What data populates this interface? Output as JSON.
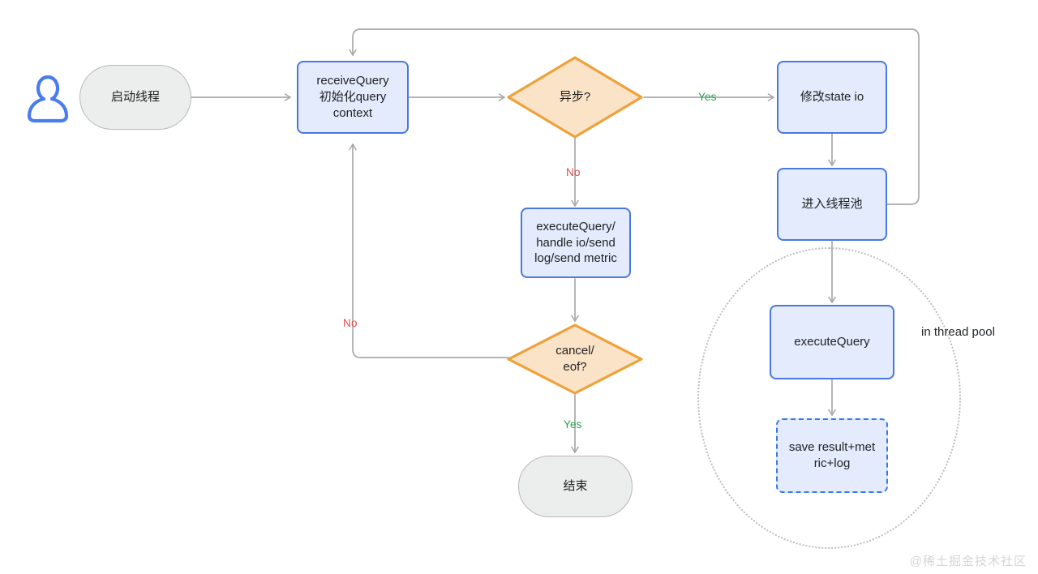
{
  "diagram": {
    "title": "query execution thread flowchart",
    "background": "#ffffff",
    "watermark": "@稀土掘金技术社区",
    "colors": {
      "process_fill": "#e3ebfd",
      "process_border": "#4a78e0",
      "decision_fill": "#fbe3c8",
      "decision_border": "#eda23c",
      "terminator_fill": "#eceded",
      "terminator_border": "#b6b8ba",
      "edge": "#a9a9a9",
      "yes_label": "#22a14b",
      "no_label": "#e8484b",
      "user_icon": "#4a7cf0",
      "group_outline": "#bdbdbd",
      "watermark": "#d6d6d6"
    },
    "nodes": [
      {
        "id": "user",
        "type": "icon",
        "name": "user-icon",
        "label": ""
      },
      {
        "id": "start",
        "type": "terminator",
        "name": "start-thread",
        "label": "启动线程"
      },
      {
        "id": "receive",
        "type": "process",
        "name": "receive-query",
        "label": "receiveQuery\n初始化query\ncontext"
      },
      {
        "id": "async",
        "type": "decision",
        "name": "async-decision",
        "label": "异步?"
      },
      {
        "id": "modify_state",
        "type": "process",
        "name": "modify-state-io",
        "label": "修改state io"
      },
      {
        "id": "thread_pool",
        "type": "process",
        "name": "enter-thread-pool",
        "label": "进入线程池"
      },
      {
        "id": "exec_handle",
        "type": "process",
        "name": "execute-handle",
        "label": "executeQuery/\nhandle io/send\nlog/send metric"
      },
      {
        "id": "cancel_eof",
        "type": "decision",
        "name": "cancel-eof-decision",
        "label": "cancel/\neof?"
      },
      {
        "id": "end",
        "type": "terminator",
        "name": "end-node",
        "label": "结束"
      },
      {
        "id": "execute_query",
        "type": "process",
        "name": "execute-query",
        "label": "executeQuery"
      },
      {
        "id": "save_result",
        "type": "process-dashed",
        "name": "save-result",
        "label": "save result+met\nric+log"
      }
    ],
    "group": {
      "name": "thread-pool-group",
      "label": "in thread pool",
      "style": "dotted-ellipse"
    },
    "edge_labels": [
      {
        "id": "async_yes",
        "text": "Yes",
        "kind": "yes"
      },
      {
        "id": "async_no",
        "text": "No",
        "kind": "no"
      },
      {
        "id": "cancel_no",
        "text": "No",
        "kind": "no"
      },
      {
        "id": "cancel_yes",
        "text": "Yes",
        "kind": "yes"
      }
    ],
    "edges": [
      {
        "from": "start",
        "to": "receive",
        "label": ""
      },
      {
        "from": "receive",
        "to": "async",
        "label": ""
      },
      {
        "from": "async",
        "to": "modify_state",
        "label": "Yes"
      },
      {
        "from": "async",
        "to": "exec_handle",
        "label": "No"
      },
      {
        "from": "modify_state",
        "to": "thread_pool",
        "label": ""
      },
      {
        "from": "thread_pool",
        "to": "receive",
        "label": ""
      },
      {
        "from": "thread_pool",
        "to": "execute_query",
        "label": ""
      },
      {
        "from": "execute_query",
        "to": "save_result",
        "label": ""
      },
      {
        "from": "exec_handle",
        "to": "cancel_eof",
        "label": ""
      },
      {
        "from": "cancel_eof",
        "to": "receive",
        "label": "No"
      },
      {
        "from": "cancel_eof",
        "to": "end",
        "label": "Yes"
      }
    ]
  }
}
